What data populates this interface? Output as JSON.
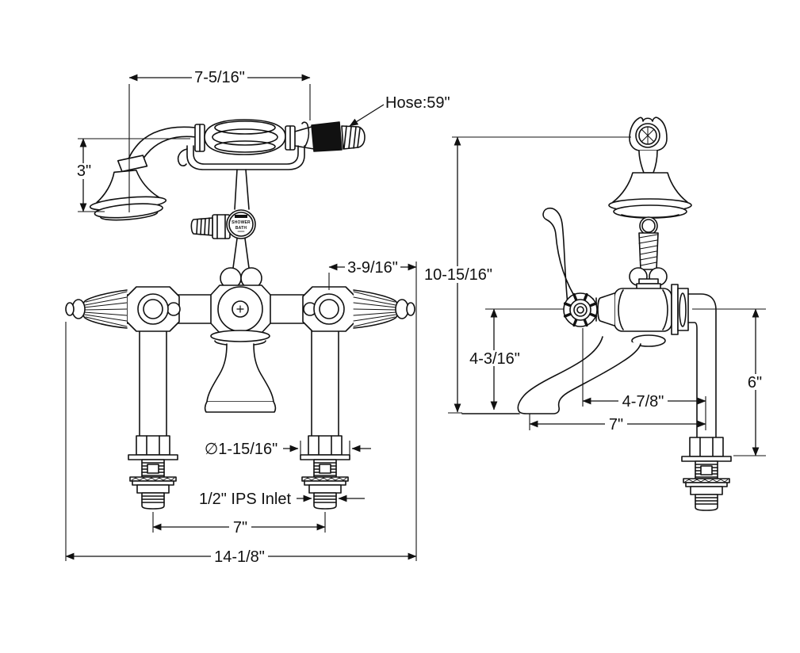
{
  "drawing": {
    "type": "Dimensioned technical line drawing",
    "subject": "Deck-mount clawfoot tub faucet with hand shower - front and side views",
    "colors": {
      "line": "#111111",
      "background": "#ffffff"
    },
    "diverter_dial": {
      "line1": "SHOWER",
      "line2": "BATH"
    },
    "labels": {
      "hose_length": "Hose:59\"",
      "inlet_type": "1/2\" IPS Inlet",
      "shank_diameter": "∅1-15/16\""
    },
    "dimensions": {
      "handshower_length": "7-5/16\"",
      "shower_head_height": "3\"",
      "handle_center_to_tip": "3-9/16\"",
      "overall_height": "10-15/16\"",
      "body_to_deck": "4-3/16\"",
      "handle_to_inlet_center": "4-7/8\"",
      "spout_reach": "7\"",
      "deck_to_inlet_bottom": "6\"",
      "inlet_spacing": "7\"",
      "overall_width": "14-1/8\""
    }
  }
}
